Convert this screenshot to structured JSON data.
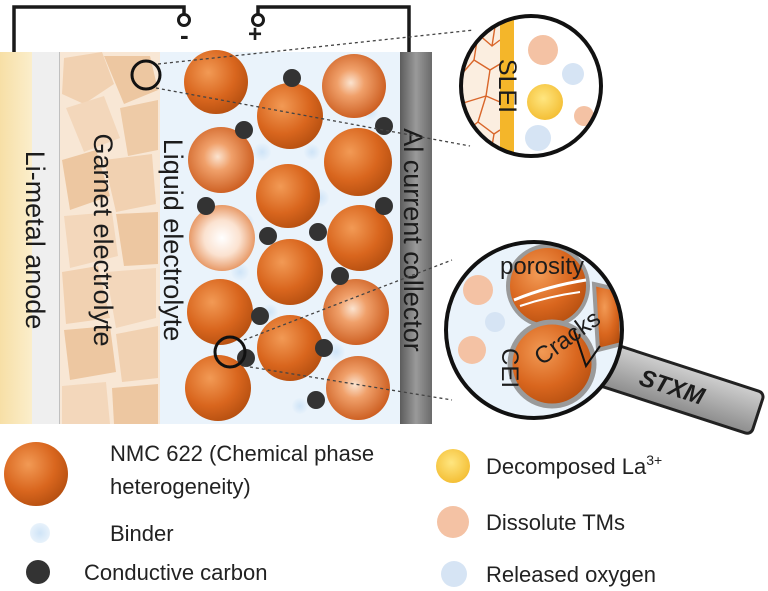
{
  "circuit": {
    "negative_sign": "-",
    "positive_sign": "+"
  },
  "layers": {
    "anode": "Li-metal anode",
    "garnet": "Garnet electrolyte",
    "liquid": "Liquid electrolyte",
    "collector": "Al current collector"
  },
  "zoom_top": {
    "label": "SLEI"
  },
  "zoom_bottom": {
    "porosity": "porosity",
    "cracks": "Cracks",
    "cei": "CEI",
    "stxm": "STXM"
  },
  "legend": {
    "nmc_line1": "NMC 622 (Chemical phase",
    "nmc_line2": "heterogeneity)",
    "binder": "Binder",
    "carbon": "Conductive carbon",
    "la_text": "Decomposed La",
    "la_sup": "3+",
    "tms": "Dissolute TMs",
    "oxygen": "Released oxygen"
  },
  "colors": {
    "nmc": "#d9661e",
    "binder": "#cfe4f7",
    "carbon": "#3a3a3a",
    "la": "#f7c948",
    "tms": "#f4c2a4",
    "oxygen": "#d6e4f4"
  }
}
